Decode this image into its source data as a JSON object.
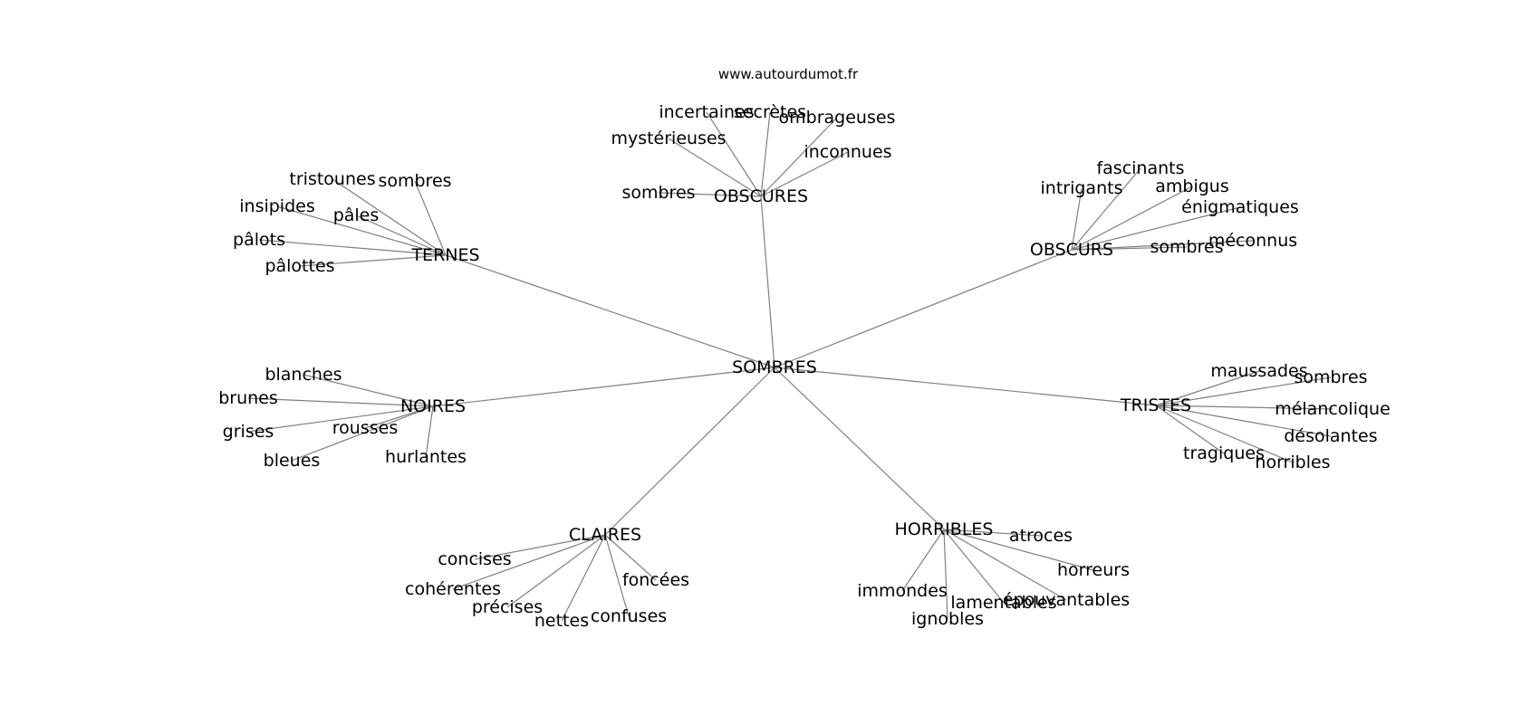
{
  "source_label": "www.autourdumot.fr",
  "graph": {
    "center": "SOMBRES",
    "groups": [
      {
        "hub": "OBSCURES",
        "leaves": [
          "incertaines",
          "secrètes",
          "ombrageuses",
          "mystérieuses",
          "inconnues",
          "sombres"
        ]
      },
      {
        "hub": "TERNES",
        "leaves": [
          "tristounes",
          "sombres",
          "insipides",
          "pâles",
          "pâlots",
          "pâlottes"
        ]
      },
      {
        "hub": "OBSCURS",
        "leaves": [
          "fascinants",
          "intrigants",
          "ambigus",
          "énigmatiques",
          "méconnus",
          "sombres"
        ]
      },
      {
        "hub": "NOIRES",
        "leaves": [
          "blanches",
          "brunes",
          "grises",
          "rousses",
          "bleues",
          "hurlantes"
        ]
      },
      {
        "hub": "TRISTES",
        "leaves": [
          "maussades",
          "sombres",
          "mélancolique",
          "désolantes",
          "tragiques",
          "horribles"
        ]
      },
      {
        "hub": "CLAIRES",
        "leaves": [
          "concises",
          "cohérentes",
          "précises",
          "nettes",
          "confuses",
          "foncées"
        ]
      },
      {
        "hub": "HORRIBLES",
        "leaves": [
          "atroces",
          "horreurs",
          "épouvantables",
          "lamentables",
          "ignobles",
          "immondes"
        ]
      }
    ]
  }
}
